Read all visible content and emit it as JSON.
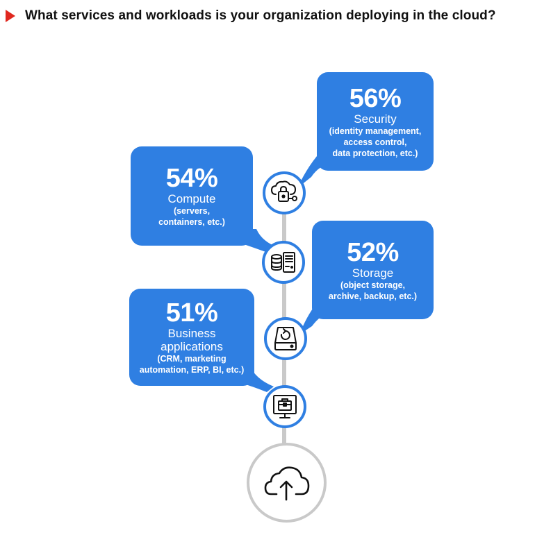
{
  "header": {
    "title": "What services and workloads is your organization deploying in the cloud?"
  },
  "colors": {
    "accent": "#2f7fe2",
    "marker": "#e0281f",
    "spine": "#c9c9c9"
  },
  "items": [
    {
      "pct": "56%",
      "name": "Security",
      "sub": [
        "(identity management,",
        "access control,",
        "data protection, etc.)"
      ],
      "icon": "cloud-key-icon"
    },
    {
      "pct": "54%",
      "name": "Compute",
      "sub": [
        "(servers,",
        "containers, etc.)"
      ],
      "icon": "server-database-icon"
    },
    {
      "pct": "52%",
      "name": "Storage",
      "sub": [
        "(object storage,",
        "archive, backup, etc.)"
      ],
      "icon": "hard-drive-backup-icon"
    },
    {
      "pct": "51%",
      "name": "Business applications",
      "sub": [
        "(CRM, marketing",
        "automation, ERP, BI, etc.)"
      ],
      "icon": "briefcase-monitor-icon"
    }
  ],
  "chart_data": {
    "type": "bar",
    "categories": [
      "Security",
      "Compute",
      "Storage",
      "Business applications"
    ],
    "values": [
      56,
      54,
      52,
      51
    ],
    "title": "What services and workloads is your organization deploying in the cloud?"
  },
  "footer_icon": "cloud-upload-icon"
}
